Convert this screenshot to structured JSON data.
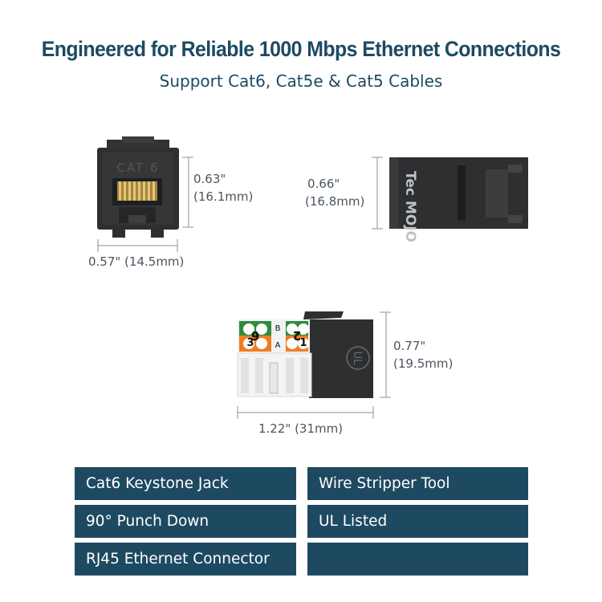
{
  "header": {
    "title": "Engineered for Reliable 1000 Mbps Ethernet Connections",
    "subtitle": "Support Cat6, Cat5e & Cat5 Cables"
  },
  "product_views": {
    "front": {
      "jack_label": "CAT 6",
      "height_in": "0.63\"",
      "height_mm": "(16.1mm)",
      "width_label": "0.57\" (14.5mm)"
    },
    "side": {
      "brand_label": "Tec MOJO",
      "height_in": "0.66\"",
      "height_mm": "(16.8mm)"
    },
    "top": {
      "pin_labels": [
        "6",
        "3",
        "B",
        "A",
        "2",
        "1"
      ],
      "cert_mark": "UL",
      "height_in": "0.77\"",
      "height_mm": "(19.5mm)",
      "width_label": "1.22\" (31mm)"
    }
  },
  "features": [
    "Cat6 Keystone Jack",
    "Wire Stripper Tool",
    "90° Punch Down",
    "UL Listed",
    "RJ45 Ethernet Connector",
    ""
  ],
  "colors": {
    "heading": "#1d4a63",
    "feature_bg": "#1e4a61",
    "jack_body": "#2d2f31",
    "wire_orange": "#f07c22",
    "wire_green": "#2e8c3e"
  }
}
